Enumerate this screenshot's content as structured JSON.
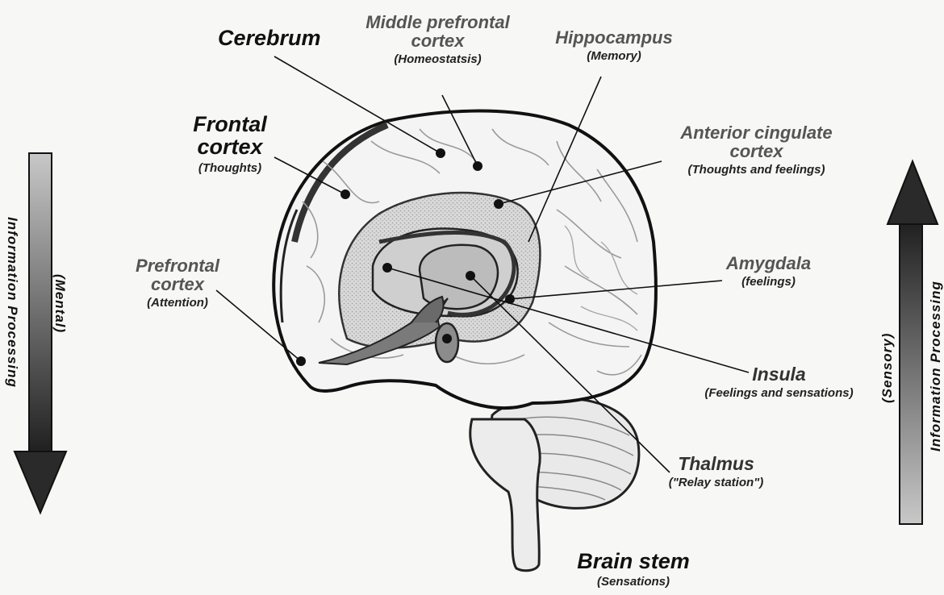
{
  "labels": {
    "cerebrum": {
      "title": "Cerebrum"
    },
    "middle_prefrontal": {
      "line1": "Middle prefrontal",
      "line2": "cortex",
      "sub": "(Homeostatsis)"
    },
    "hippocampus": {
      "title": "Hippocampus",
      "sub": "(Memory)"
    },
    "frontal": {
      "line1": "Frontal",
      "line2": "cortex",
      "sub": "(Thoughts)"
    },
    "anterior_cingulate": {
      "line1": "Anterior cingulate",
      "line2": "cortex",
      "sub": "(Thoughts and feelings)"
    },
    "prefrontal": {
      "line1": "Prefrontal",
      "line2": "cortex",
      "sub": "(Attention)"
    },
    "amygdala": {
      "title": "Amygdala",
      "sub": "(feelings)"
    },
    "insula": {
      "title": "Insula",
      "sub": "(Feelings and sensations)"
    },
    "thalmus": {
      "title": "Thalmus",
      "sub": "(\"Relay station\")"
    },
    "brain_stem": {
      "title": "Brain stem",
      "sub": "(Sensations)"
    }
  },
  "left_arrow": {
    "line1": "Information Processing",
    "line2": "(Mental)",
    "direction": "down"
  },
  "right_arrow": {
    "line1": "Information Processing",
    "line2": "(Sensory)",
    "direction": "up"
  }
}
